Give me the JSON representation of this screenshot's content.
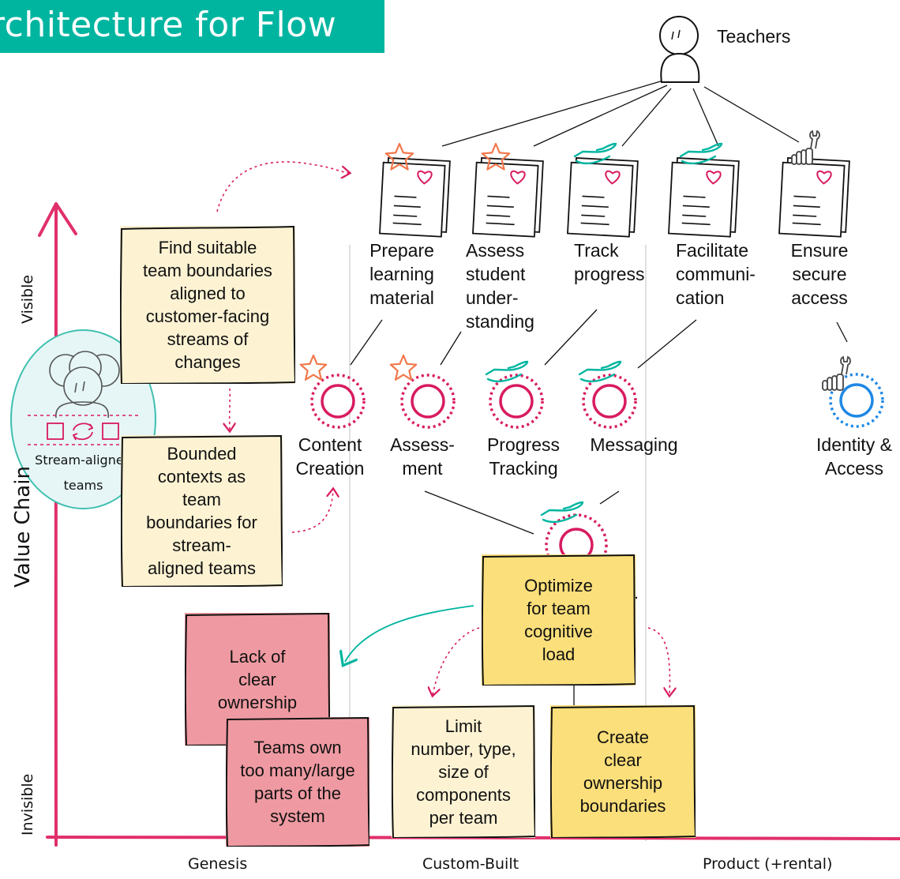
{
  "title": "Architecture for Flow",
  "title_visible": "rchitecture for Flow",
  "user": {
    "label": "Teachers"
  },
  "needs": [
    {
      "label": "Prepare\nlearning\nmaterial",
      "badge": "star-icon"
    },
    {
      "label": "Assess\nstudent\nunder-\nstanding",
      "badge": "star-icon"
    },
    {
      "label": "Track\nprogress",
      "badge": "caring-hand-icon"
    },
    {
      "label": "Facilitate\ncommuni-\ncation",
      "badge": "caring-hand-icon"
    },
    {
      "label": "Ensure\nsecure\naccess",
      "badge": "wrench-hand-icon"
    }
  ],
  "components": [
    {
      "label": "Content\nCreation",
      "badge": "star-icon"
    },
    {
      "label": "Assess-\nment",
      "badge": "star-icon"
    },
    {
      "label": "Progress\nTracking",
      "badge": "caring-hand-icon"
    },
    {
      "label": "Messaging",
      "badge": "caring-hand-icon"
    },
    {
      "label": "Identity &\nAccess",
      "badge": "wrench-hand-icon"
    }
  ],
  "partial_label": "H.",
  "y_axis": {
    "label": "Value Chain",
    "top": "Visible",
    "bottom": "Invisible"
  },
  "x_axis": {
    "labels": [
      "Genesis",
      "Custom-Built",
      "Product (+rental)"
    ]
  },
  "team_type": {
    "label": "Stream-aligned\nteams"
  },
  "stickies": {
    "find_boundaries": "Find suitable\nteam boundaries\naligned to\ncustomer-facing\nstreams of\nchanges",
    "bounded_contexts": "Bounded\ncontexts as\nteam\nboundaries for\nstream-\naligned teams",
    "optimize": "Optimize\nfor team\ncognitive\nload",
    "lack_ownership": "Lack of\nclear\nownership",
    "teams_own": "Teams own\ntoo many/large\nparts of the\nsystem",
    "limit": "Limit\nnumber, type,\nsize of\ncomponents\nper team",
    "create": "Create\nclear\nownership\nboundaries"
  },
  "colors": {
    "accent": "#00b5a0",
    "axis": "#e0306a",
    "component_ring": "#d81b60",
    "identity_ring": "#1e88e5",
    "star": "#f2784b",
    "cream": "#fdf3d3",
    "yellow": "#fbdf7a",
    "pink": "#ef9aa2"
  }
}
